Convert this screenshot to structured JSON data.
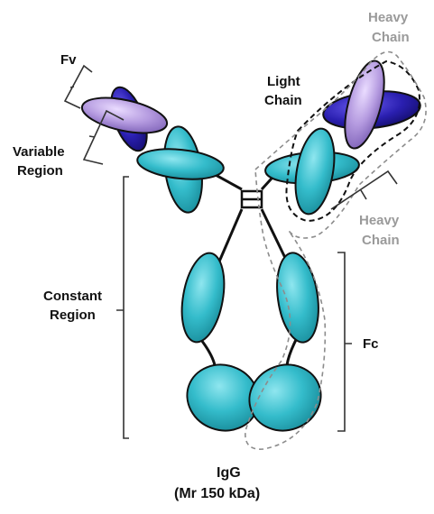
{
  "labels": {
    "fv": "Fv",
    "variable_region": [
      "Variable",
      "Region"
    ],
    "constant_region": [
      "Constant",
      "Region"
    ],
    "light_chain": [
      "Light",
      "Chain"
    ],
    "heavy_chain_top": [
      "Heavy",
      "Chain"
    ],
    "heavy_chain_right": [
      "Heavy",
      "Chain"
    ],
    "fc": "Fc",
    "caption": [
      "IgG",
      "(Mr 150 kDa)"
    ]
  },
  "colors": {
    "domain_teal": "#2fb8c8",
    "domain_dark_blue": "#2a1fb0",
    "domain_lavender": "#b59be0",
    "label_grey": "#9a9a9a",
    "outline": "#111111"
  }
}
